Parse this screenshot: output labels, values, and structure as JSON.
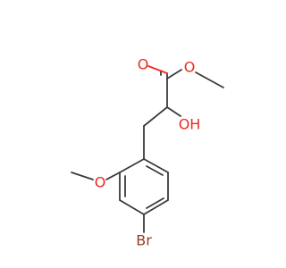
{
  "molecule": {
    "atoms": {
      "carbonyl_oxygen": "O",
      "ester_oxygen": "O",
      "hydroxyl": "OH",
      "methoxy_oxygen": "O",
      "bromine": "Br"
    },
    "colors": {
      "bond": "#3a3a3a",
      "oxygen": "#ee2a1c",
      "bromine": "#9a3a22",
      "background": "#ffffff"
    }
  }
}
